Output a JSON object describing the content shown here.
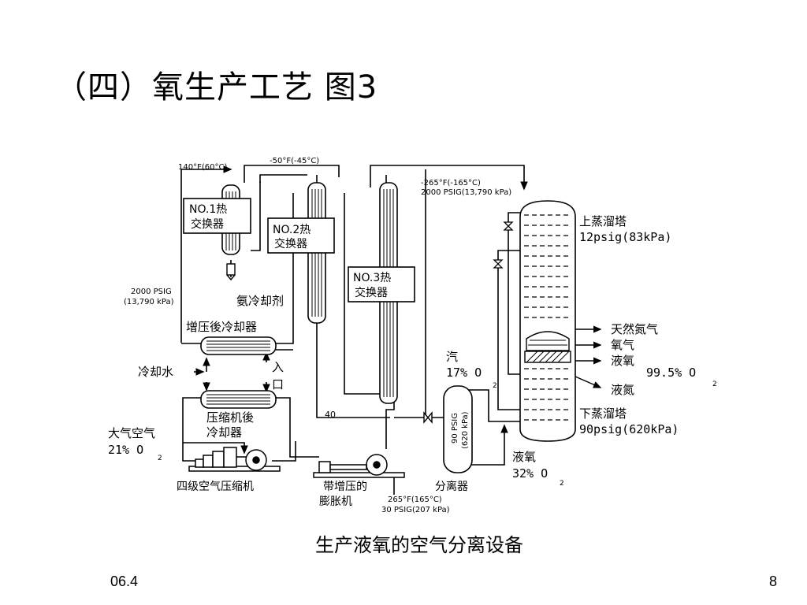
{
  "slide": {
    "title": "（四）氧生产工艺 图3",
    "footer_date": "06.4",
    "page_number": "8"
  },
  "diagram": {
    "caption": "生产液氧的空气分离设备",
    "labels": {
      "temp_140f": "140°F(60°C)",
      "temp_m50f": "-50°F(-45°C)",
      "temp_m265f": "-265°F(-165°C)",
      "pressure_2000_top": "2000 PSIG(13,790 kPa)",
      "pressure_2000_left_1": "2000 PSIG",
      "pressure_2000_left_2": "(13,790 kPa)",
      "hx1_line1": "NO.1热",
      "hx1_line2": "交换器",
      "hx2_line1": "NO.2热",
      "hx2_line2": "交换器",
      "hx3_line1": "NO.3热",
      "hx3_line2": "交换器",
      "ammonia_coolant": "氨冷却剂",
      "booster_aftercooler": "增压後冷却器",
      "cooling_water": "冷却水",
      "inlet_1": "入",
      "inlet_2": "口",
      "compressor_aftercooler_1": "压缩机後",
      "compressor_aftercooler_2": "冷却器",
      "atmospheric_air": "大气空气",
      "air_o2": "21% O",
      "air_o2_sub": "2",
      "four_stage_compressor": "四级空气压缩机",
      "expander_1": "带增压的",
      "expander_2": "膨胀机",
      "expander_temp": "265°F(165°C)",
      "expander_pressure": "30 PSIG(207 kPa)",
      "temp_40": "40",
      "vapor": "汽",
      "vapor_o2": "17% O",
      "vapor_o2_sub": "2",
      "separator_pressure_1": "90 PSIG",
      "separator_pressure_2": "(620 kPa)",
      "separator": "分离器",
      "liquid_oxygen_bottom": "液氧",
      "liquid_oxygen_bottom_o2": "32% O",
      "liquid_oxygen_bottom_sub": "2",
      "upper_column": "上蒸溜塔",
      "upper_pressure": "12psig(83kPa)",
      "natural_nitrogen": "天然氮气",
      "oxygen_gas": "氧气",
      "liquid_oxygen_out": "液氧",
      "purity": "99.5% O",
      "purity_sub": "2",
      "liquid_nitrogen": "液氮",
      "lower_column": "下蒸溜塔",
      "lower_pressure": "90psig(620kPa)"
    }
  }
}
